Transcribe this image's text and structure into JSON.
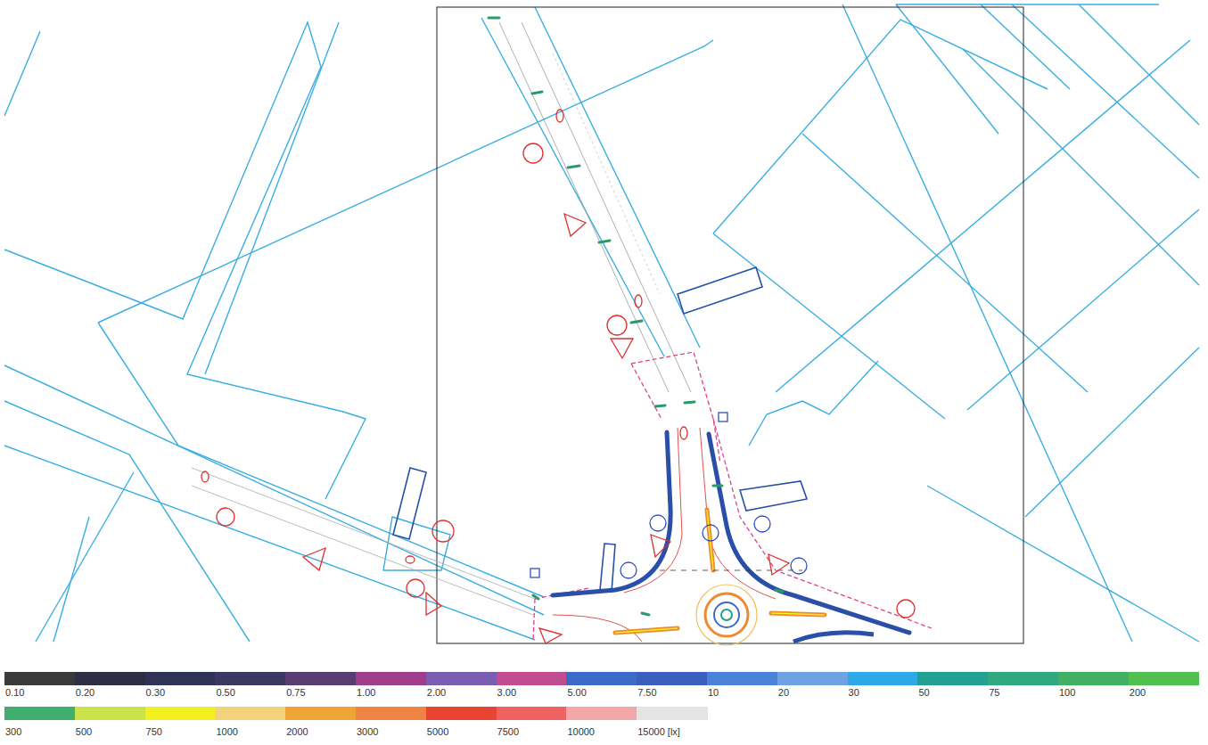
{
  "diagram": {
    "legend": [
      {
        "text": "0.10",
        "color": "#3a3a3a"
      },
      {
        "text": "0.20",
        "color": "#2e2f45"
      },
      {
        "text": "0.30",
        "color": "#2f3456"
      },
      {
        "text": "0.50",
        "color": "#3b3864"
      },
      {
        "text": "0.75",
        "color": "#5a3c74"
      },
      {
        "text": "1.00",
        "color": "#a03c8c"
      },
      {
        "text": "2.00",
        "color": "#7a5cb2"
      },
      {
        "text": "3.00",
        "color": "#c24c92"
      },
      {
        "text": "5.00",
        "color": "#3c6ac8"
      },
      {
        "text": "7.50",
        "color": "#3a5fbe"
      },
      {
        "text": "10",
        "color": "#4a82d8"
      },
      {
        "text": "20",
        "color": "#6ea2e0"
      },
      {
        "text": "30",
        "color": "#2fa8e8"
      },
      {
        "text": "50",
        "color": "#22a092"
      },
      {
        "text": "75",
        "color": "#30a880"
      },
      {
        "text": "100",
        "color": "#42b062"
      },
      {
        "text": "200",
        "color": "#52c04e"
      },
      {
        "text": "300",
        "color": "#3fae6e"
      },
      {
        "text": "500",
        "color": "#cce24a"
      },
      {
        "text": "750",
        "color": "#f2f020"
      },
      {
        "text": "1000",
        "color": "#f2d27a"
      },
      {
        "text": "2000",
        "color": "#f0a436"
      },
      {
        "text": "3000",
        "color": "#f08444"
      },
      {
        "text": "5000",
        "color": "#e84432"
      },
      {
        "text": "7500",
        "color": "#f06262"
      },
      {
        "text": "10000",
        "color": "#f2a8a8"
      },
      {
        "text": "15000 [lx]",
        "color": "#e4e4e4"
      }
    ]
  }
}
